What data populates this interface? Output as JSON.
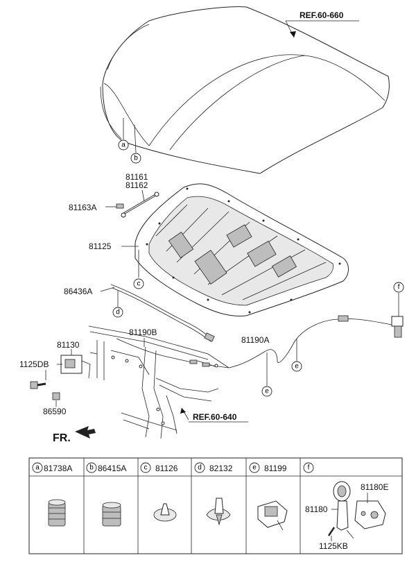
{
  "refs": {
    "hood_panel": "REF.60-660",
    "radiator_support": "REF.60-640"
  },
  "front_label": "FR.",
  "labels": {
    "p81161": "81161",
    "p81162": "81162",
    "p81163A": "81163A",
    "p81125": "81125",
    "p86436A": "86436A",
    "p81190B": "81190B",
    "p81190A": "81190A",
    "p81130": "81130",
    "p1125DB": "1125DB",
    "p86590": "86590"
  },
  "callout_letters": {
    "a": "a",
    "b": "b",
    "c": "c",
    "d": "d",
    "e": "e",
    "f": "f"
  },
  "legend": [
    {
      "letter": "a",
      "part": "81738A"
    },
    {
      "letter": "b",
      "part": "86415A"
    },
    {
      "letter": "c",
      "part": "81126"
    },
    {
      "letter": "d",
      "part": "82132"
    },
    {
      "letter": "e",
      "part": "81199"
    },
    {
      "letter": "f",
      "part": ""
    }
  ],
  "legend_f_parts": {
    "p81180E": "81180E",
    "p81180": "81180",
    "p1125KB": "1125KB"
  }
}
